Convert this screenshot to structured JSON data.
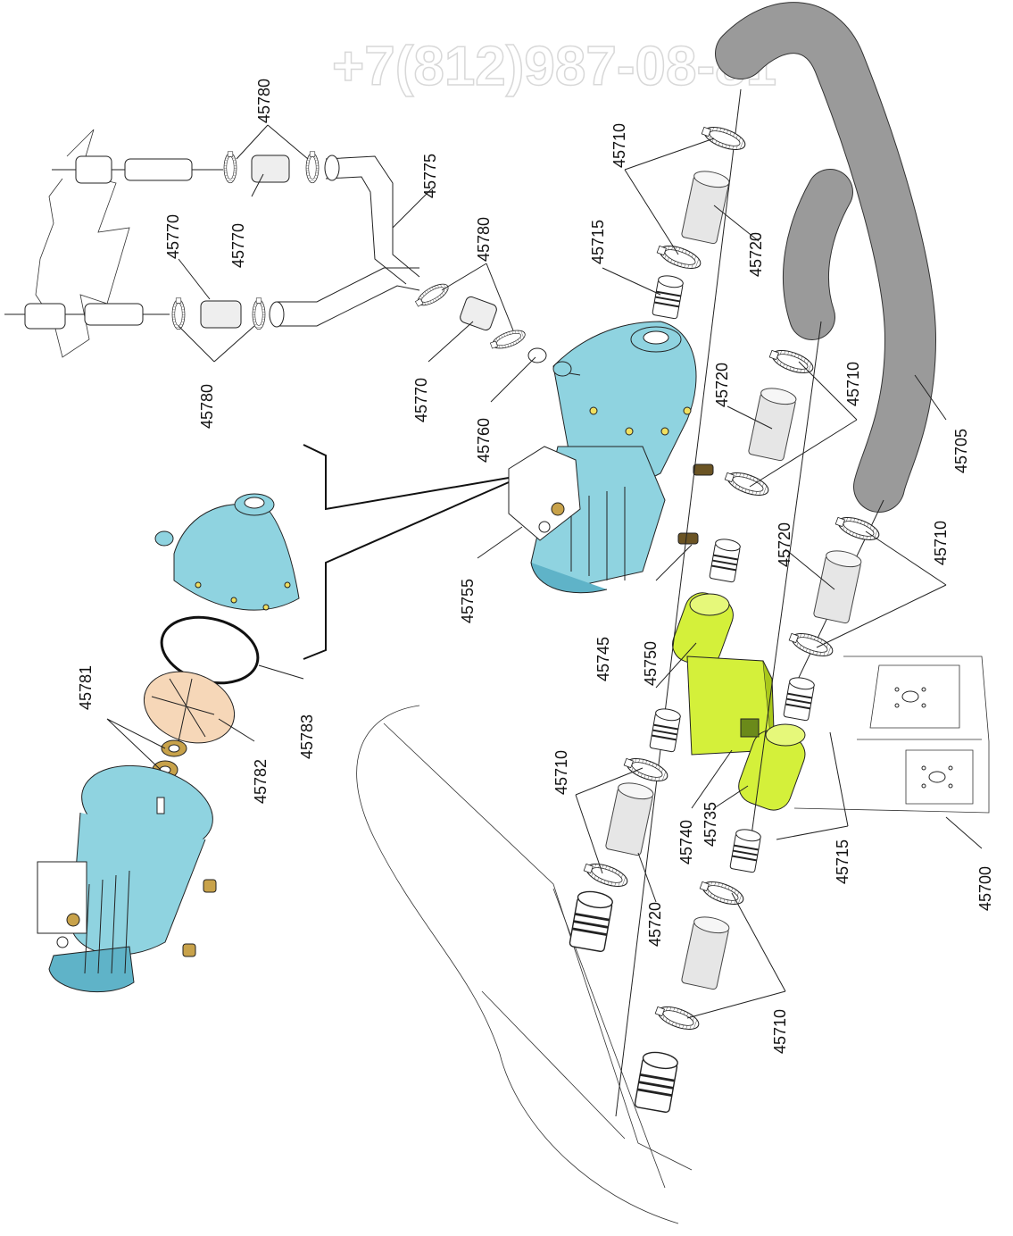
{
  "watermark": {
    "phone": "+7(812)987-08-81"
  },
  "colors": {
    "pump_body": "#8fd3e0",
    "pump_dark": "#5fb3c8",
    "valve": "#d4f03a",
    "valve_dark": "#a9c81a",
    "hose": "#9a9a9a",
    "sleeve": "#e6e6e6",
    "impeller": "#f6d7b8",
    "brass": "#c8a24a",
    "bolt": "#6b5424"
  },
  "icons": [
    "pump-motor-icon",
    "pump-cover-icon",
    "valve-body-icon",
    "hose-icon",
    "hose-clamp-icon",
    "sleeve-icon",
    "impeller-icon",
    "seal-ring-icon",
    "bearing-icon"
  ],
  "labels": {
    "l45780a": "45780",
    "l45775": "45775",
    "l45770a": "45770",
    "l45770b": "45770",
    "l45780b": "45780",
    "l45780c": "45780",
    "l45770c": "45770",
    "l45760": "45760",
    "l45755": "45755",
    "l45710a": "45710",
    "l45715a": "45715",
    "l45720a": "45720",
    "l45720b": "45720",
    "l45710b": "45710",
    "l45705": "45705",
    "l45720c": "45720",
    "l45710c": "45710",
    "l45745": "45745",
    "l45750": "45750",
    "l45781": "45781",
    "l45783": "45783",
    "l45782": "45782",
    "l45710d": "45710",
    "l45740": "45740",
    "l45735": "45735",
    "l45715b": "45715",
    "l45700": "45700",
    "l45720d": "45720",
    "l45710e": "45710"
  }
}
